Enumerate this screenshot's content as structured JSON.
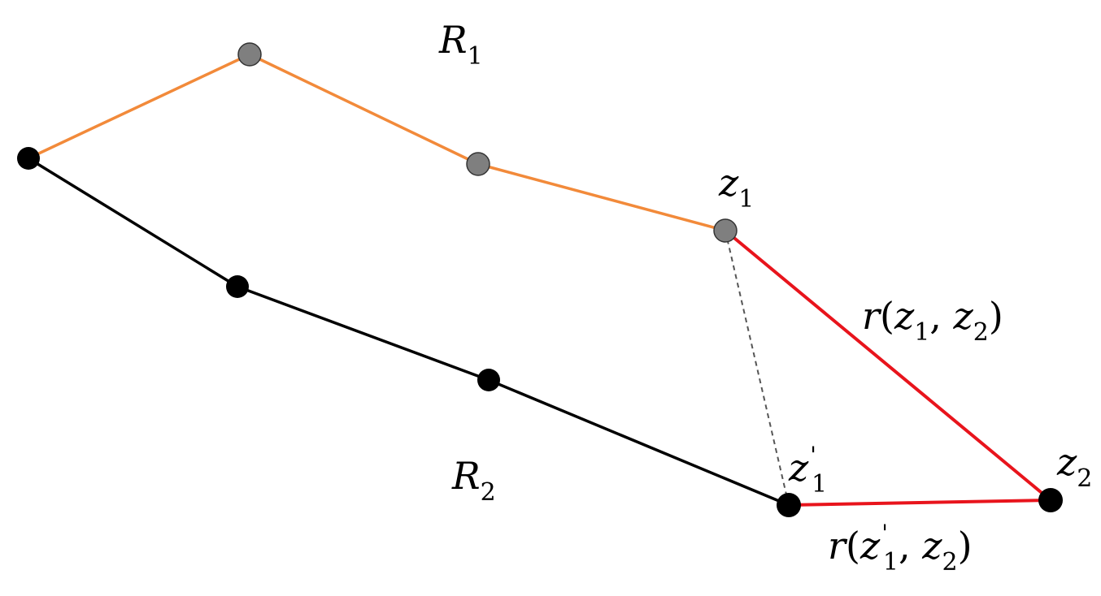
{
  "labels": {
    "r1": {
      "main": "R",
      "sub": "1"
    },
    "r2": {
      "main": "R",
      "sub": "2"
    },
    "z1": {
      "main": "z",
      "sub": "1"
    },
    "z1_prime": {
      "main": "z",
      "prime": "'",
      "sub": "1"
    },
    "z2": {
      "main": "z",
      "sub": "2"
    },
    "dist_z1_z2": {
      "func": "r",
      "open": "(",
      "a_main": "z",
      "a_sub": "1",
      "comma": ", ",
      "b_main": "z",
      "b_sub": "2",
      "close": ")"
    },
    "dist_z1p_z2": {
      "func": "r",
      "open": "(",
      "a_main": "z",
      "a_prime": "'",
      "a_sub": "1",
      "comma": ", ",
      "b_main": "z",
      "b_sub": "2",
      "close": ")"
    }
  },
  "colors": {
    "route1": "#f28a3a",
    "route2": "#000000",
    "distance": "#e8141c",
    "projection": "#555555",
    "route1_point": "#7f7f7f",
    "route2_point": "#000000"
  }
}
